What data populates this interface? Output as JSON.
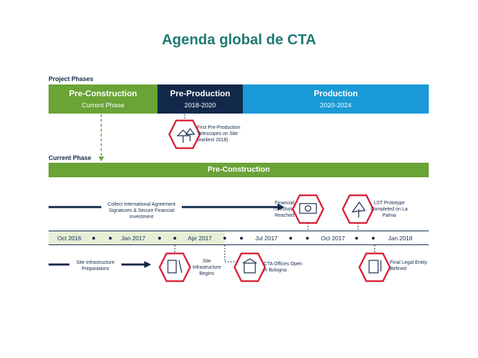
{
  "title": "Agenda global de CTA",
  "project_phases": {
    "label": "Project Phases",
    "phases": [
      {
        "name": "Pre-Construction",
        "sub": "Current Phase",
        "color": "#6aa336"
      },
      {
        "name": "Pre-Production",
        "sub": "2018-2020",
        "color": "#13294b"
      },
      {
        "name": "Production",
        "sub": "2020-2024",
        "color": "#1a9ad6"
      }
    ]
  },
  "milestone_preprod": "First Pre-Production Telescopes on Site (earliest 2018)",
  "current_phase": {
    "label": "Current Phase",
    "bar": "Pre-Construction",
    "color": "#6aa336"
  },
  "timeline": {
    "ticks": [
      "Oct 2016",
      "Jan 2017",
      "Apr 2017",
      "Jul 2017",
      "Oct 2017",
      "Jan 2018"
    ],
    "highlight_color": "#e6efd6",
    "line_color": "#13294b"
  },
  "top_events": {
    "collect": "Collect International Agreement Signatures & Secure Financial Investment",
    "financial": "Financial Threshold Reached",
    "lst": "LST Prototype Completed on La Palma"
  },
  "bottom_events": {
    "site_prep": "Site Infrastructure Preparations",
    "site_begins": "Site Infrastructure Begins",
    "cta_offices": "CTA Offices Open in Bologna",
    "legal": "Final Legal Entity Befined"
  },
  "accent_color": "#d8243c"
}
